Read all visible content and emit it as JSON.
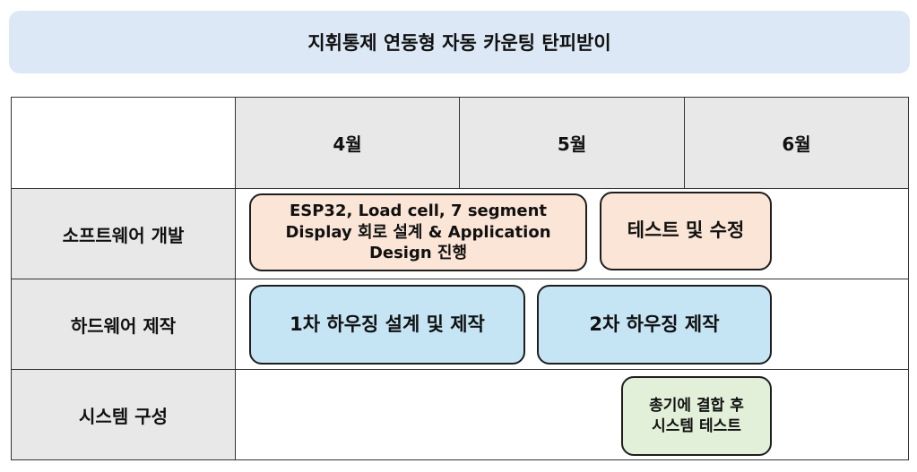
{
  "title": "지휘통제 연동형 자동 카운팅 탄피받이",
  "months": [
    "4월",
    "5월",
    "6월"
  ],
  "rows": [
    "소프트웨어 개발",
    "하드웨어 제작",
    "시스템 구성"
  ],
  "tasks": [
    {
      "label": "ESP32, Load cell, 7 segment Display 회로 설계 & Application Design 진행",
      "row": "소프트웨어 개발",
      "color": "#fbe5d6"
    },
    {
      "label": "테스트 및 수정",
      "row": "소프트웨어 개발",
      "color": "#fbe5d6"
    },
    {
      "label": "1차 하우징 설계 및 제작",
      "row": "하드웨어 제작",
      "color": "#c5e4f4"
    },
    {
      "label": "2차 하우징 제작",
      "row": "하드웨어 제작",
      "color": "#c5e4f4"
    },
    {
      "label": "총기에 결합 후 시스템 테스트",
      "row": "시스템 구성",
      "color": "#e2f0d9"
    }
  ]
}
